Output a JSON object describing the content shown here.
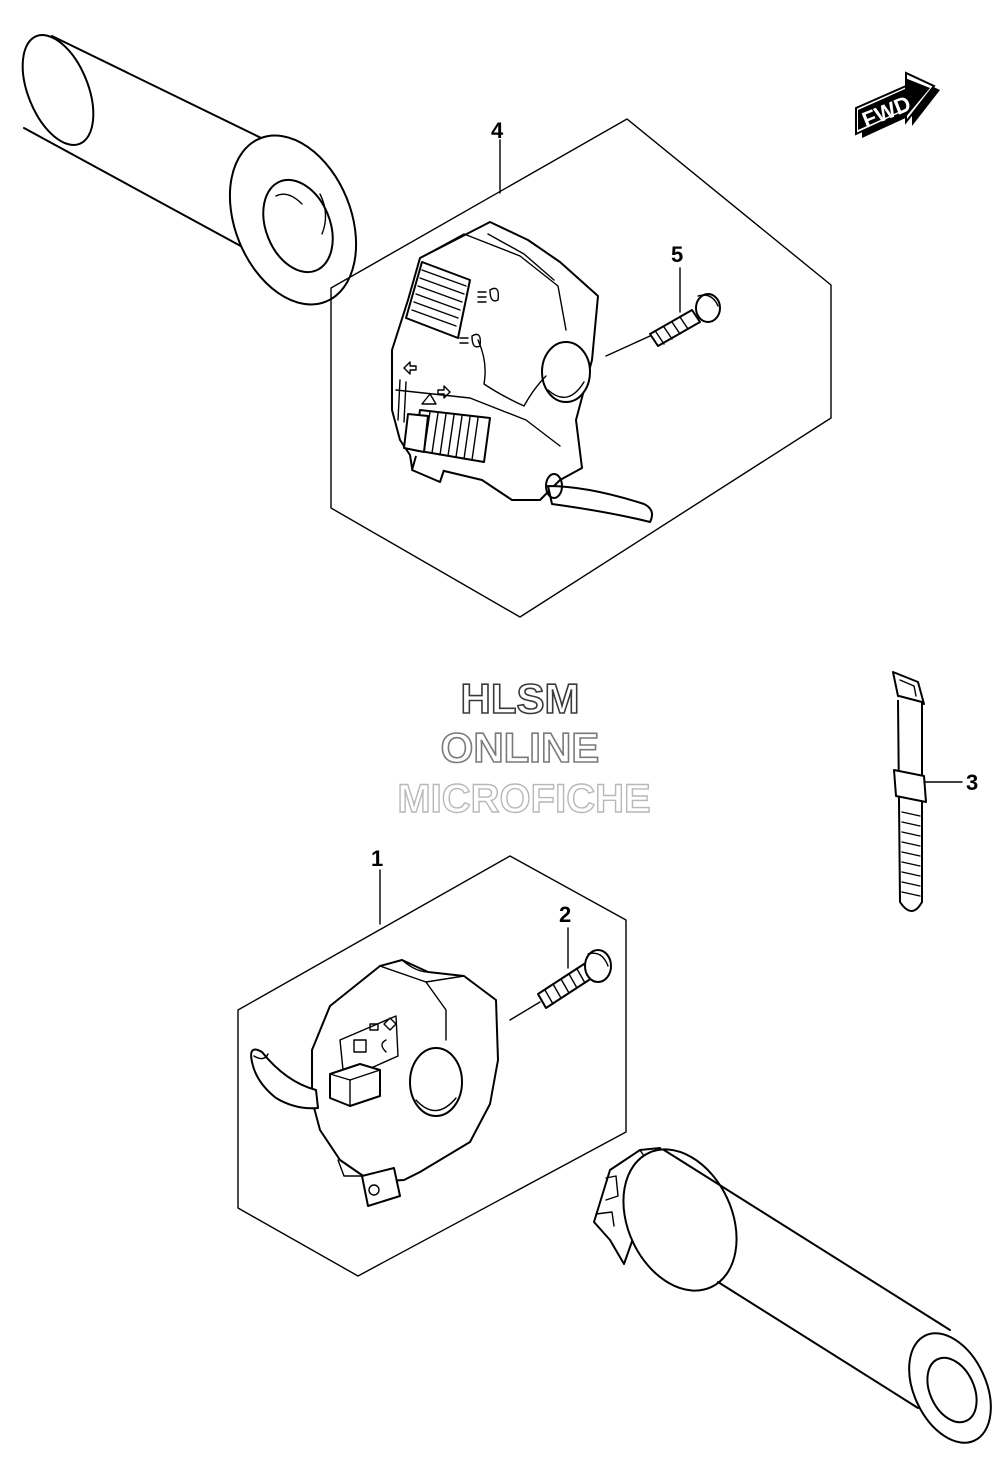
{
  "watermark": {
    "line1": "HLSM",
    "line2": "ONLINE",
    "line3": "MICROFICHE"
  },
  "direction_badge": {
    "label": "FWD"
  },
  "callouts": [
    {
      "id": "1",
      "label": "1"
    },
    {
      "id": "2",
      "label": "2"
    },
    {
      "id": "3",
      "label": "3"
    },
    {
      "id": "4",
      "label": "4"
    },
    {
      "id": "5",
      "label": "5"
    }
  ]
}
